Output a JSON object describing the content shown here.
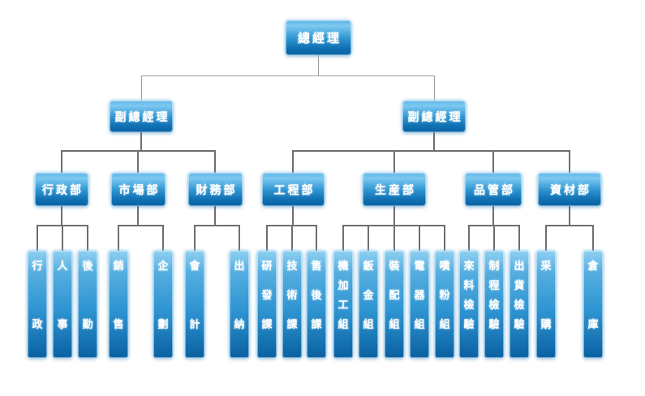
{
  "org": {
    "root": {
      "label": "總經理"
    },
    "deputies": [
      {
        "label": "副總經理"
      },
      {
        "label": "副總經理"
      }
    ],
    "departments": [
      {
        "label": "行政部",
        "deputy": 0,
        "children": [
          "行政",
          "人事",
          "後勤"
        ]
      },
      {
        "label": "市場部",
        "deputy": 0,
        "children": [
          "銷售",
          "企劃"
        ]
      },
      {
        "label": "財務部",
        "deputy": 0,
        "children": [
          "會計",
          "出納"
        ]
      },
      {
        "label": "工程部",
        "deputy": 1,
        "children": [
          "研發課",
          "技術課",
          "售後課"
        ]
      },
      {
        "label": "生産部",
        "deputy": 1,
        "children": [
          "機加工組",
          "鈑金組",
          "裝配組",
          "電器組",
          "噴粉組"
        ]
      },
      {
        "label": "品管部",
        "deputy": 1,
        "children": [
          "來料檢驗",
          "制程檢驗",
          "出貨檢驗"
        ]
      },
      {
        "label": "資材部",
        "deputy": 1,
        "children": [
          "采購",
          "倉庫"
        ]
      }
    ]
  },
  "colors": {
    "box_gradient_top": "#5db5e6",
    "box_gradient_sheen": "#7dc9f0",
    "box_gradient_mid": "#2e94d1",
    "box_gradient_low": "#1070b2",
    "box_gradient_bottom": "#0a61a2",
    "vbox_gradient_top": "#8fd0f2",
    "vbox_gradient_high": "#55aee0",
    "connector_dark": "#6e6e6e",
    "connector_light": "#9d9d9d",
    "text": "#ffffff"
  }
}
